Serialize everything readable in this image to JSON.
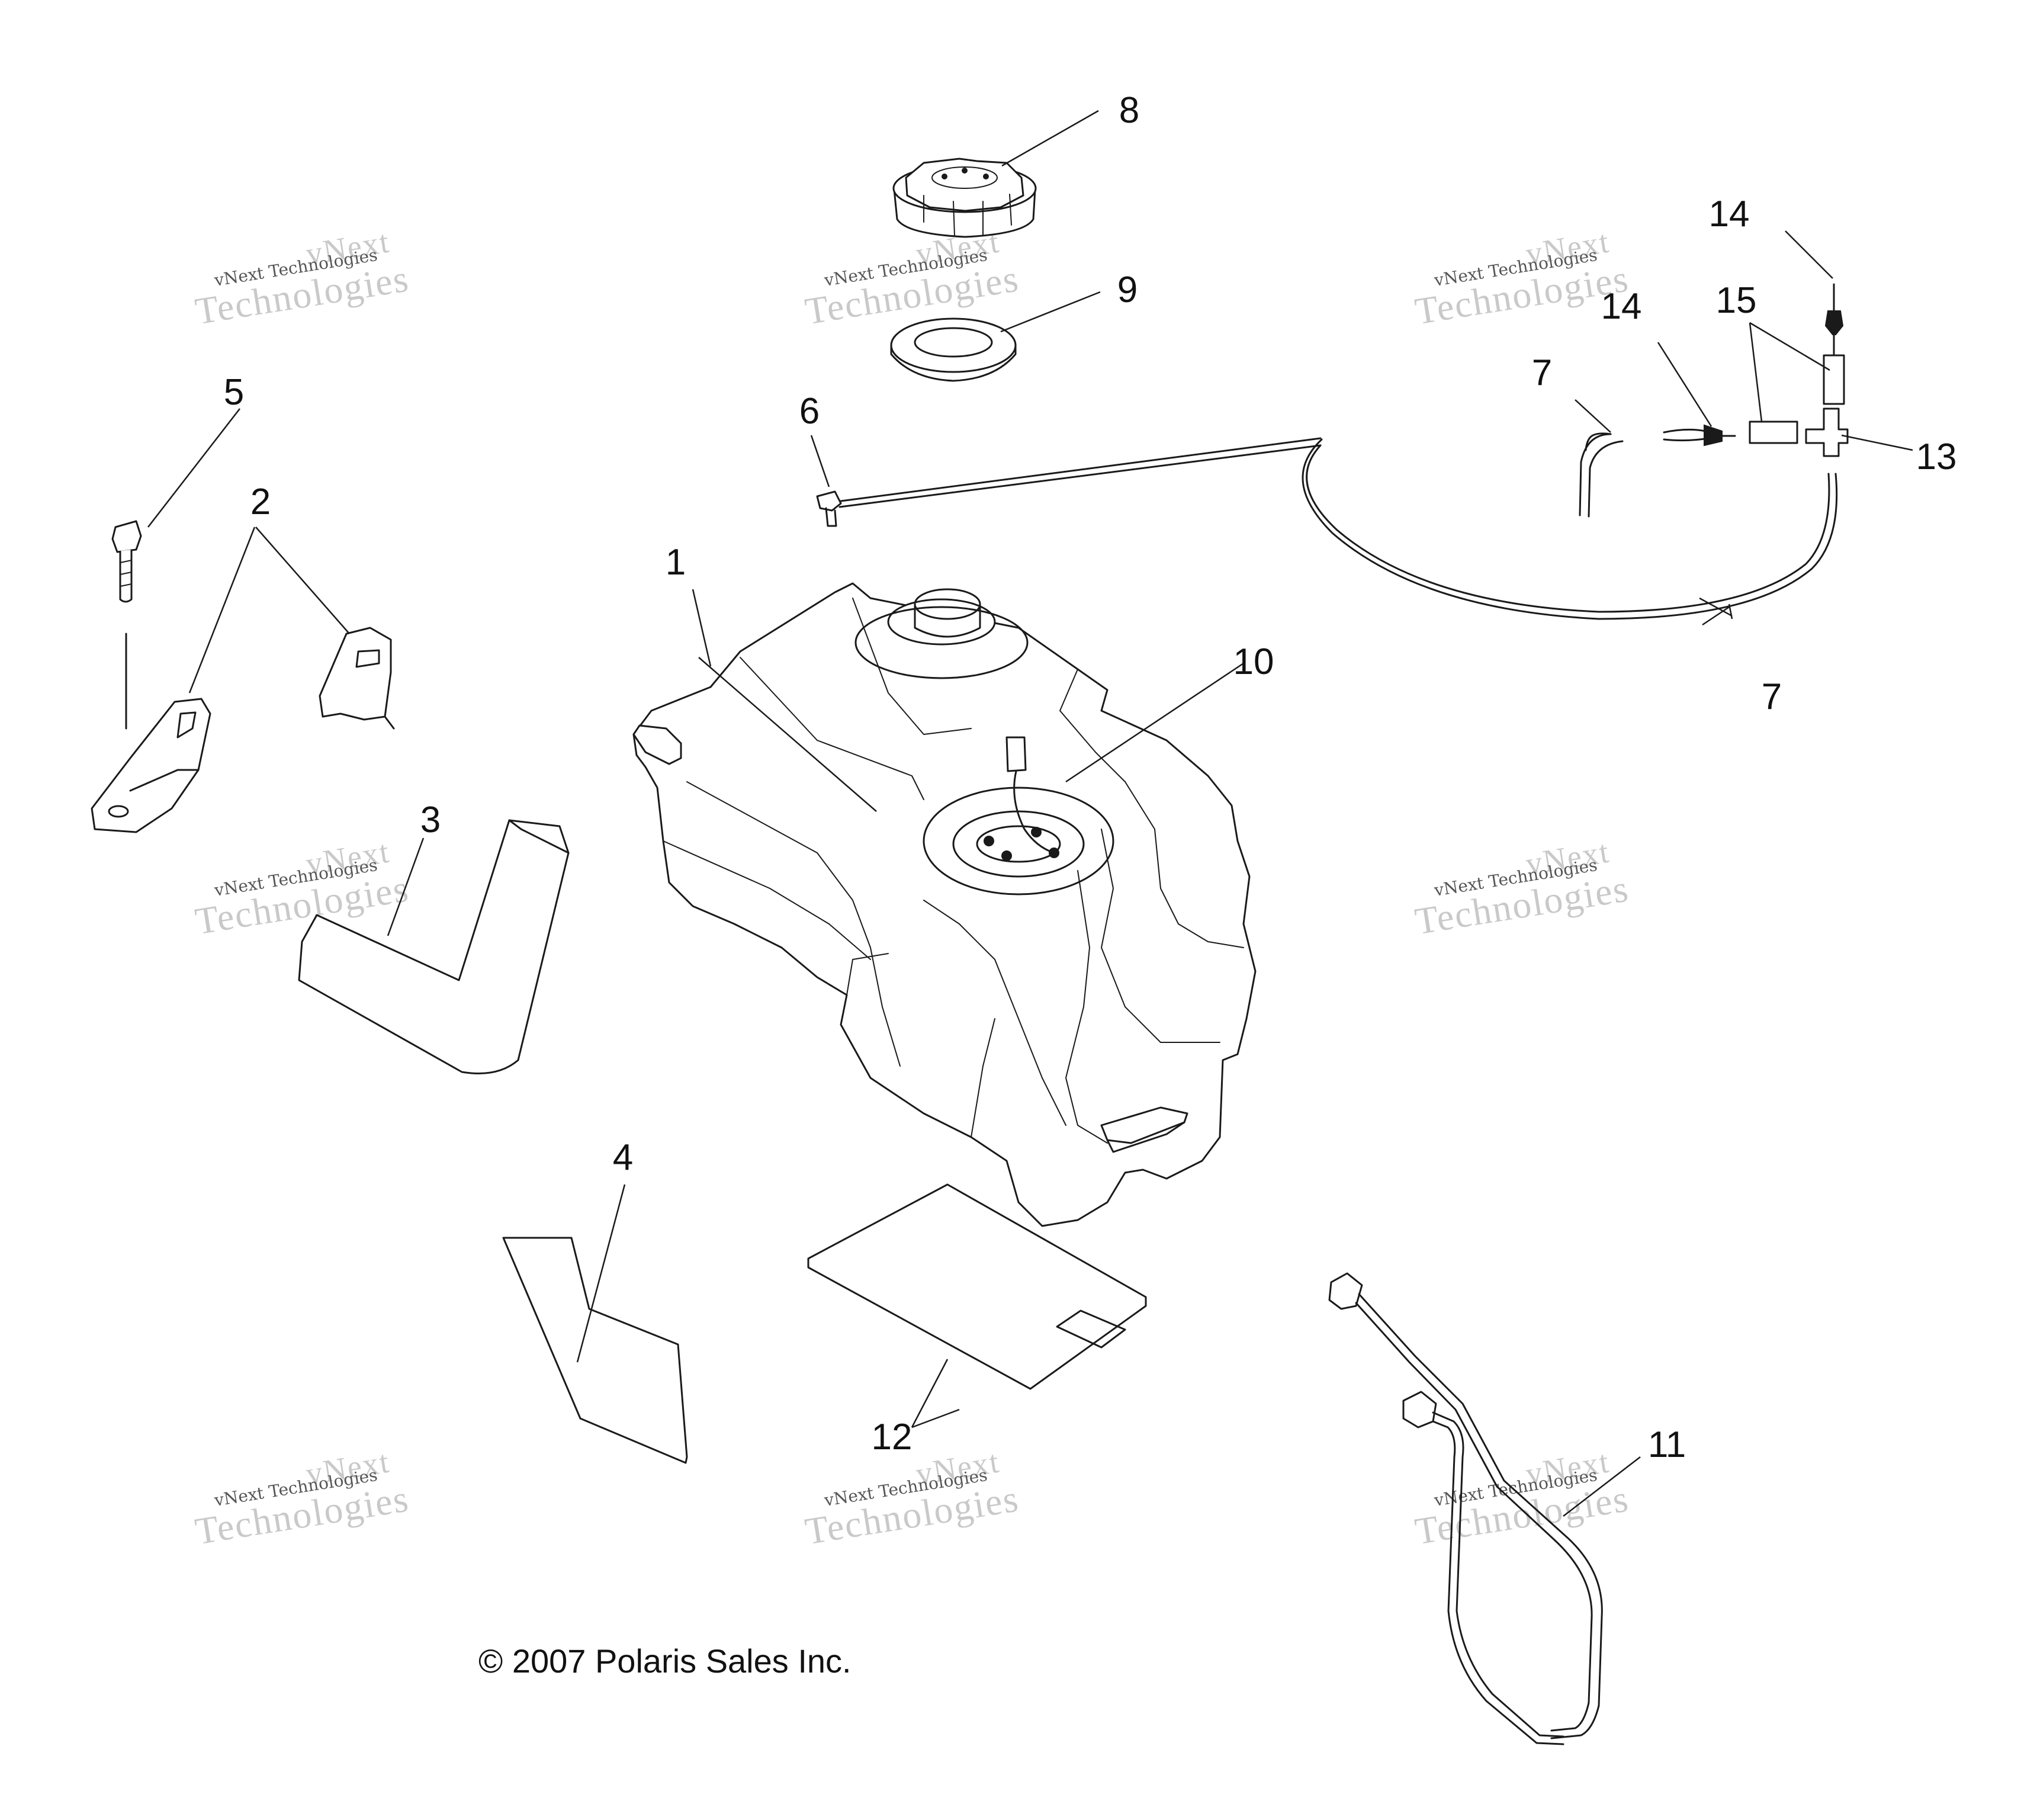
{
  "callouts": {
    "c1": "1",
    "c2": "2",
    "c3": "3",
    "c4": "4",
    "c5": "5",
    "c6": "6",
    "c7a": "7",
    "c7b": "7",
    "c8": "8",
    "c9": "9",
    "c10": "10",
    "c11": "11",
    "c12": "12",
    "c13": "13",
    "c14a": "14",
    "c14b": "14",
    "c15": "15"
  },
  "copyright": "© 2007 Polaris Sales Inc.",
  "watermark": {
    "line1": "vNext",
    "line2": "vNext Technologies",
    "line3": "Technologies"
  }
}
